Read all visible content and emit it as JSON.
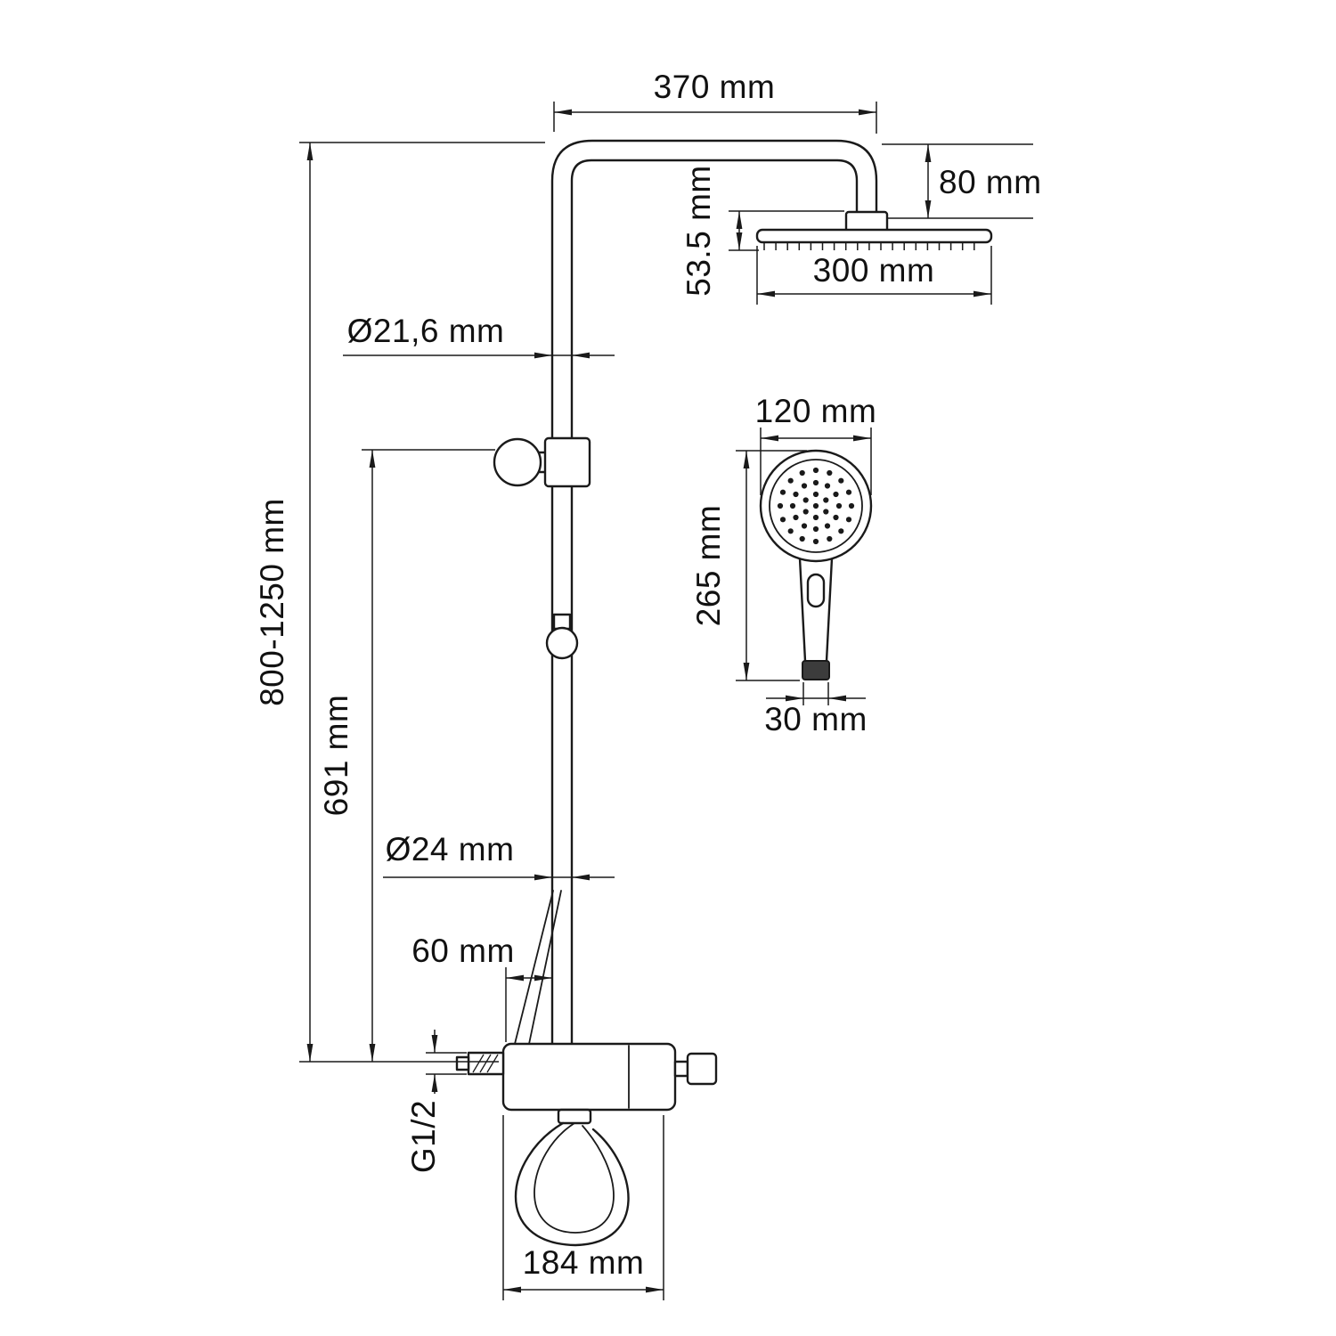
{
  "colors": {
    "ink": "#1a1a1a",
    "background": "#ffffff"
  },
  "drawing": {
    "labels": {
      "arm_reach": "370 mm",
      "head_drop": "80 mm",
      "head_thickness": "53.5 mm",
      "head_width": "300 mm",
      "upper_pipe_diameter": "Ø21,6 mm",
      "total_height": "800-1250 mm",
      "bracket_height": "691 mm",
      "handshower_diameter": "120 mm",
      "handshower_length": "265 mm",
      "handshower_outlet": "30 mm",
      "lower_pipe_diameter": "Ø24 mm",
      "spout_offset": "60 mm",
      "inlet_thread": "G1/2",
      "mixer_width": "184 mm"
    }
  }
}
